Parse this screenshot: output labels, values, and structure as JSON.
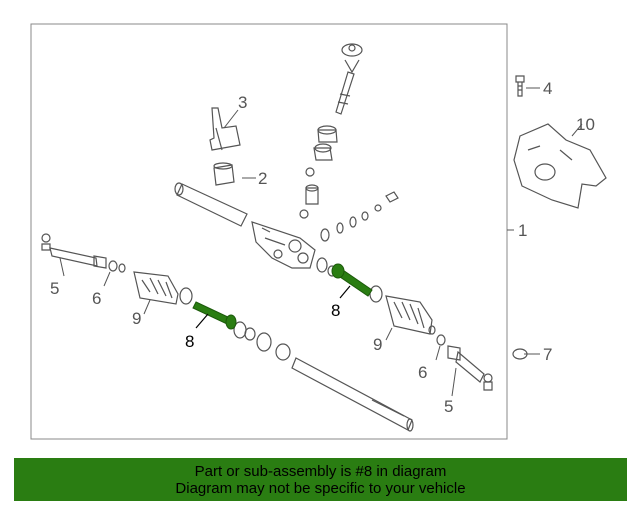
{
  "diagram": {
    "callouts": {
      "c1": "1",
      "c2": "2",
      "c3": "3",
      "c4": "4",
      "c5a": "5",
      "c5b": "5",
      "c6a": "6",
      "c6b": "6",
      "c7": "7",
      "c8a": "8",
      "c8b": "8",
      "c9a": "9",
      "c9b": "9",
      "c10": "10"
    },
    "highlight_part": "8",
    "colors": {
      "highlight": "#2a7d12",
      "line": "#555555",
      "frame": "#888888"
    }
  },
  "banner": {
    "line1": "Part or sub-assembly is #8 in diagram",
    "line2": "Diagram may not be specific to your vehicle",
    "color": "#2a7d12"
  }
}
